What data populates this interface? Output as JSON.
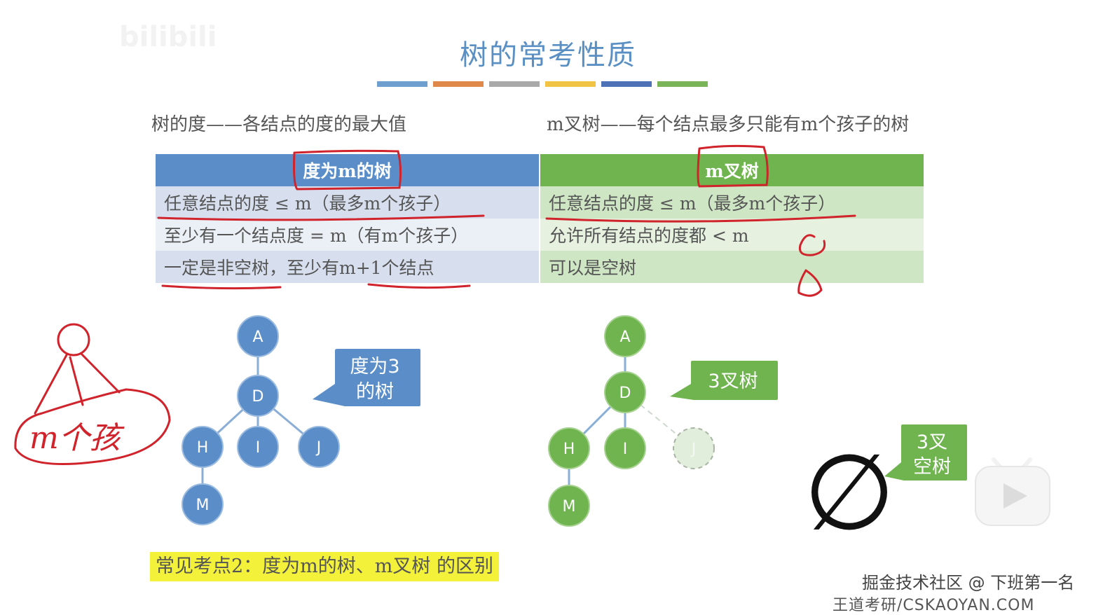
{
  "slide": {
    "title": "树的常考性质",
    "color_bars": [
      "#6f9fce",
      "#e0874a",
      "#a9a9a9",
      "#f1c445",
      "#4c72b5",
      "#79b557"
    ]
  },
  "definitions": {
    "left": "树的度——各结点的度的最大值",
    "right": "m叉树——每个结点最多只能有m个孩子的树"
  },
  "table": {
    "left_header": "度为m的树",
    "right_header": "m叉树",
    "rows": [
      {
        "left": "任意结点的度 ≤ m（最多m个孩子）",
        "right": "任意结点的度 ≤ m（最多m个孩子）"
      },
      {
        "left": "至少有一个结点度 = m（有m个孩子）",
        "right": "允许所有结点的度都 < m"
      },
      {
        "left": "一定是非空树，至少有m+1个结点",
        "right": "可以是空树"
      }
    ]
  },
  "tree_left": {
    "nodes": [
      "A",
      "D",
      "H",
      "I",
      "J",
      "M"
    ],
    "callout": [
      "度为3",
      "的树"
    ],
    "color": "#5b8ec9"
  },
  "tree_right": {
    "nodes": [
      "A",
      "D",
      "H",
      "I",
      "J",
      "M"
    ],
    "callout": "3叉树",
    "color": "#6fb44f"
  },
  "empty_tree": {
    "symbol": "∅",
    "callout": [
      "3叉",
      "空树"
    ]
  },
  "annotation": {
    "handwritten": "m个孩"
  },
  "highlight": "常见考点2：度为m的树、m叉树 的区别",
  "watermark": "掘金技术社区 @ 下班第一名",
  "bottom_url": "王道考研/CSKAOYAN.COM",
  "logo_text": "bilibili"
}
